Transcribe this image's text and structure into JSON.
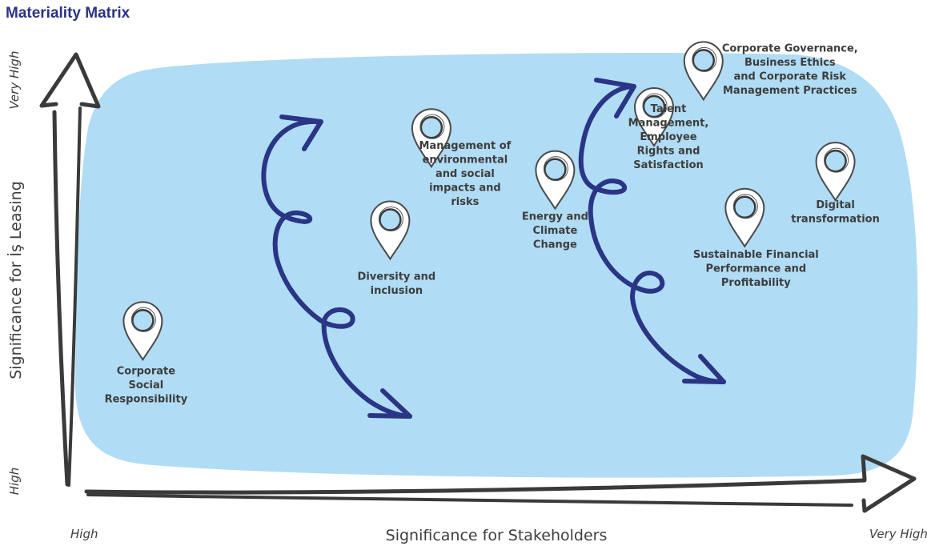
{
  "chart_data": {
    "type": "scatter",
    "title": "Materiality Matrix",
    "xlabel": "Significance for Stakeholders",
    "ylabel": "Significance for İş Leasing",
    "x_ticks": [
      "High",
      "Very High"
    ],
    "y_ticks": [
      "High",
      "Very High"
    ],
    "xlim": [
      0,
      1
    ],
    "ylim": [
      0,
      1
    ],
    "grid": false,
    "points": [
      {
        "label": "Corporate\nSocial\nResponsibility",
        "x": 0.08,
        "y": 0.28
      },
      {
        "label": "Diversity and\ninclusion",
        "x": 0.38,
        "y": 0.52
      },
      {
        "label": "Management of\nenvironmental\nand social\nimpacts and\nrisks",
        "x": 0.43,
        "y": 0.74
      },
      {
        "label": "Energy and\nClimate\nChange",
        "x": 0.58,
        "y": 0.64
      },
      {
        "label": "Talent\nManagement,\nEmployee\nRights and\nSatisfaction",
        "x": 0.7,
        "y": 0.79
      },
      {
        "label": "Corporate Governance,\nBusiness Ethics\nand Corporate Risk\nManagement Practices",
        "x": 0.76,
        "y": 0.9
      },
      {
        "label": "Sustainable Financial\nPerformance and\nProfitability",
        "x": 0.81,
        "y": 0.55
      },
      {
        "label": "Digital\ntransformation",
        "x": 0.92,
        "y": 0.66
      }
    ]
  }
}
